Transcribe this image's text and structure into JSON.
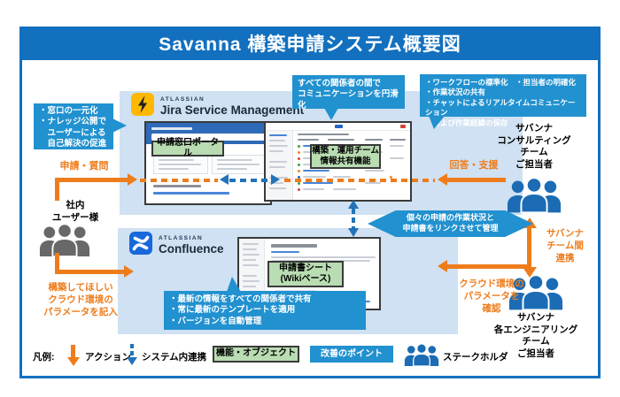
{
  "title": "Savanna 構築申請システム概要図",
  "colors": {
    "frame_blue": "#1270bf",
    "zone_light_blue": "#cfe1f2",
    "callout_blue": "#2191d0",
    "action_orange": "#ee7c1b",
    "system_link_blue": "#2272b8",
    "object_green": "#b9dcb2",
    "stakeholder_blue": "#1b6cb5",
    "internal_user_gray": "#686868",
    "jira_logo_yellow": "#ffb800",
    "confluence_logo_blue": "#1868db"
  },
  "products": {
    "jira": {
      "brand": "ATLASSIAN",
      "name": "Jira Service Management"
    },
    "confluence": {
      "brand": "ATLASSIAN",
      "name": "Confluence"
    }
  },
  "callouts": {
    "left_window": "・窓口の一元化\n・ナレッジ公開で\n　ユーザーによる\n　自己解決の促進",
    "communication": "すべての関係者の間で\nコミュニケーションを円滑化",
    "workflow": "・ワークフローの標準化　・担当者の明確化\n・作業状況の共有\n・チャットによるリアルタイムコミュニケーション\n　および作業経緯の保存",
    "link_manage": "個々の申請の作業状況と\n申請書をリンクさせて管理",
    "latest_info": "・最新の情報をすべての関係者で共有\n・常に最新のテンプレートを適用\n・バージョンを自動管理"
  },
  "object_labels": {
    "portal": "申請窓口ポータル",
    "team_share": "構築・運用チーム\n情報共有機能",
    "wiki_sheet": "申請書シート\n(Wikiベース)"
  },
  "actors": {
    "internal_user": "社内\nユーザー様",
    "consulting_team": "サバンナ\nコンサルティング\nチーム\nご担当者",
    "engineering_team": "サバンナ\n各エンジニアリング\nチーム\nご担当者"
  },
  "flows": {
    "apply": "申請・質問",
    "answer": "回答・支援",
    "write_params": "構築してほしい\nクラウド環境の\nパラメータを記入",
    "team_link": "サバンナ\nチーム間\n連携",
    "check_params": "クラウド環境の\nパラメータを\n確認"
  },
  "legend": {
    "title": "凡例:",
    "action": "アクション",
    "system_link": "システム内連携",
    "object": "機能・オブジェクト",
    "improvement": "改善のポイント",
    "stakeholder": "ステークホルダ"
  }
}
